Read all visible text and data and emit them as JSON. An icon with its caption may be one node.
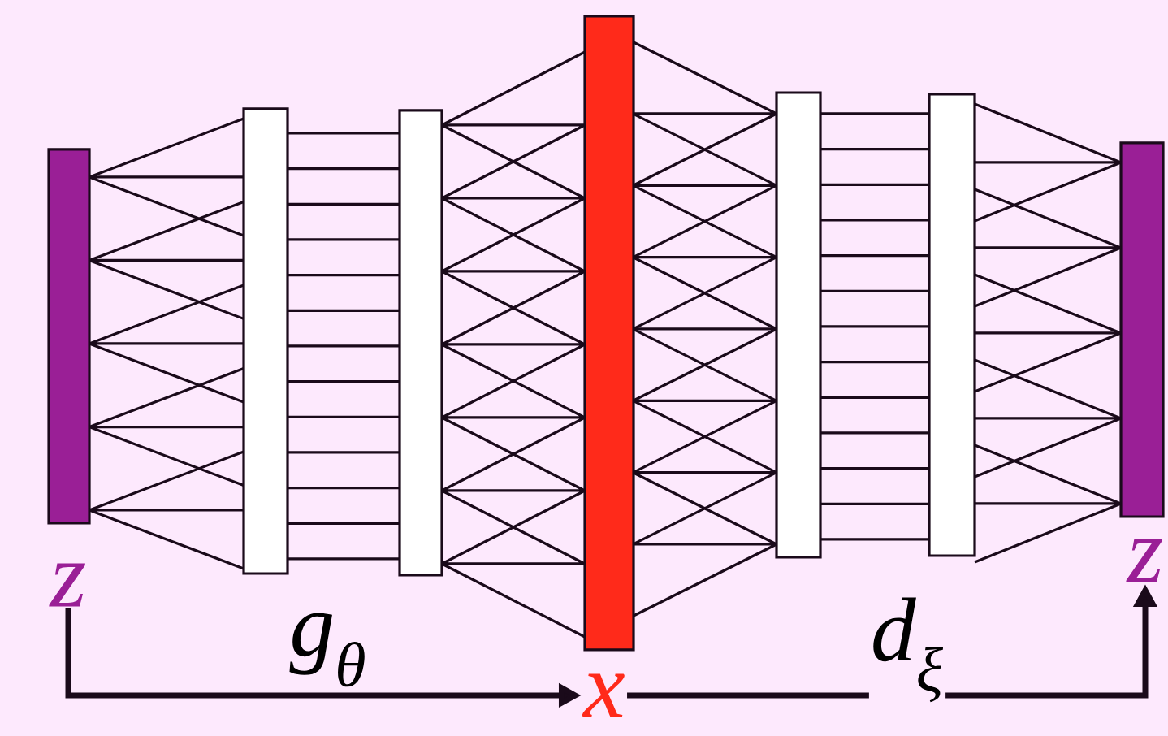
{
  "diagram": {
    "nodes": [
      {
        "text": [],
        "shape": "bar"
      },
      {
        "text": [],
        "shape": "bar"
      },
      {
        "text": [],
        "shape": "bar"
      },
      {
        "text": [],
        "shape": "bar"
      },
      {
        "text": [],
        "shape": "bar"
      },
      {
        "text": [],
        "shape": "bar"
      },
      {
        "text": [],
        "shape": "bar"
      },
      {
        "text": [
          "z"
        ]
      },
      {
        "text": [
          "x"
        ]
      },
      {
        "text": [
          "z"
        ]
      }
    ],
    "edges": [
      {
        "from": 0,
        "to": 1,
        "arrow": "none"
      },
      {
        "from": 1,
        "to": 2,
        "arrow": "none"
      },
      {
        "from": 2,
        "to": 3,
        "arrow": "none"
      },
      {
        "from": 3,
        "to": 4,
        "arrow": "none"
      },
      {
        "from": 4,
        "to": 5,
        "arrow": "none"
      },
      {
        "from": 5,
        "to": 6,
        "arrow": "none"
      },
      {
        "from": 7,
        "to": 8,
        "arrow": "to",
        "style": "thick",
        "label": "g$_{θ}$"
      },
      {
        "from": 8,
        "to": 9,
        "arrow": "to",
        "style": "thick",
        "label": "d$_{ξ}$"
      }
    ]
  }
}
